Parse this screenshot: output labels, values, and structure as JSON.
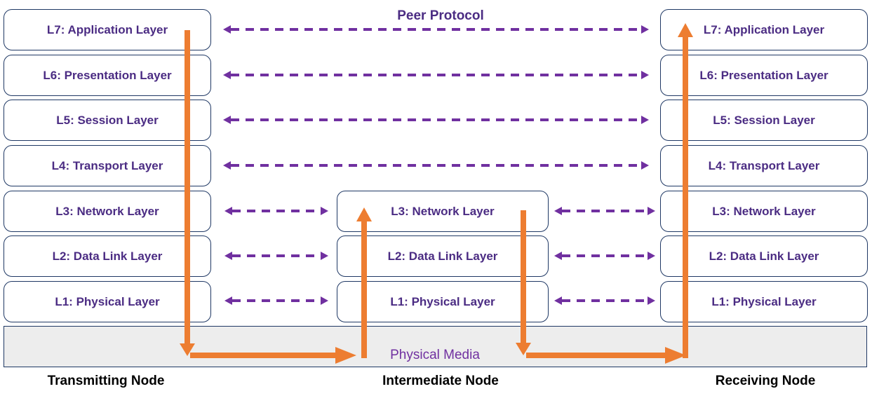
{
  "title": "Peer Protocol",
  "physical_media_label": "Physical Media",
  "colors": {
    "peer_purple": "#7030A0",
    "layer_text_purple": "#4B2C83",
    "orange": "#ED7D31",
    "navy": "#1F3864",
    "media_gray": "#EDEDED"
  },
  "nodes": {
    "transmitting": {
      "label": "Transmitting Node",
      "layers": [
        "L7: Application Layer",
        "L6: Presentation Layer",
        "L5: Session Layer",
        "L4: Transport Layer",
        "L3: Network Layer",
        "L2: Data Link Layer",
        "L1: Physical Layer"
      ]
    },
    "intermediate": {
      "label": "Intermediate Node",
      "layers": [
        "L3: Network Layer",
        "L2: Data Link Layer",
        "L1: Physical Layer"
      ]
    },
    "receiving": {
      "label": "Receiving Node",
      "layers": [
        "L7: Application Layer",
        "L6: Presentation Layer",
        "L5: Session Layer",
        "L4: Transport Layer",
        "L3: Network Layer",
        "L2: Data Link Layer",
        "L1: Physical Layer"
      ]
    }
  }
}
